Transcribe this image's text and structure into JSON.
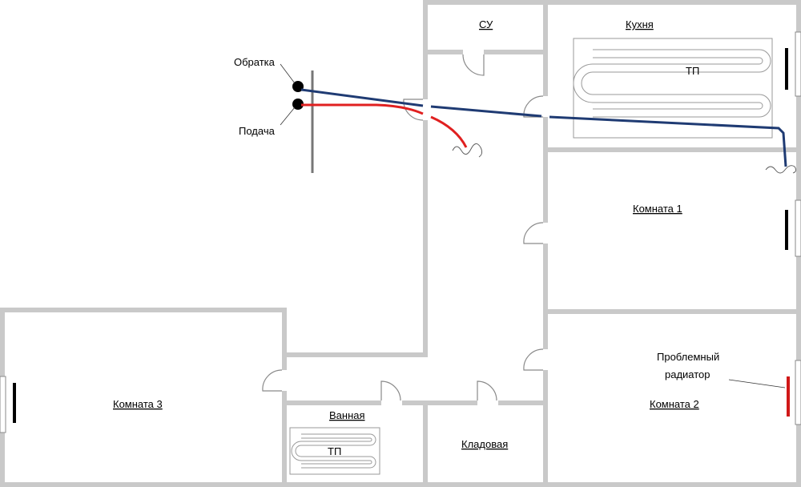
{
  "rooms": {
    "su": "СУ",
    "kitchen": "Кухня",
    "room1": "Комната 1",
    "room2": "Комната 2",
    "room3": "Комната 3",
    "bath": "Ванная",
    "storage": "Кладовая"
  },
  "floor_heating": {
    "kitchen_label": "ТП",
    "bath_label": "ТП"
  },
  "risers": {
    "return_label": "Обратка",
    "supply_label": "Подача"
  },
  "problem_radiator": {
    "line1": "Проблемный",
    "line2": "радиатор"
  },
  "colors": {
    "return_pipe": "#1f3b73",
    "supply_pipe": "#e02020",
    "problem_radiator": "#d01818",
    "radiator": "#000000",
    "walls": "#8a8a8a"
  }
}
